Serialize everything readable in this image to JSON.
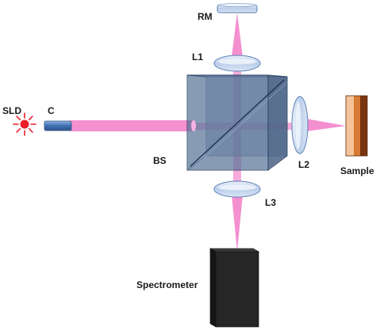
{
  "labels": {
    "source": "SLD",
    "collimator": "C",
    "reference_mirror": "RM",
    "lens1": "L1",
    "lens2": "L2",
    "lens3": "L3",
    "beam_splitter": "BS",
    "sample": "Sample",
    "spectrometer": "Spectrometer"
  },
  "colors": {
    "beam": "#f48fd0",
    "lens_fill": "#c9d9f0",
    "lens_stroke": "#5b7fb5",
    "cube_fill": "#5b7599",
    "cube_stroke": "#2e4766",
    "source": "#e8202a",
    "collimator": "#4d7fc0",
    "spectrometer": "#262626",
    "sample_light": "#f5c49a",
    "sample_mid": "#d67a35",
    "sample_dark": "#7a3410"
  }
}
